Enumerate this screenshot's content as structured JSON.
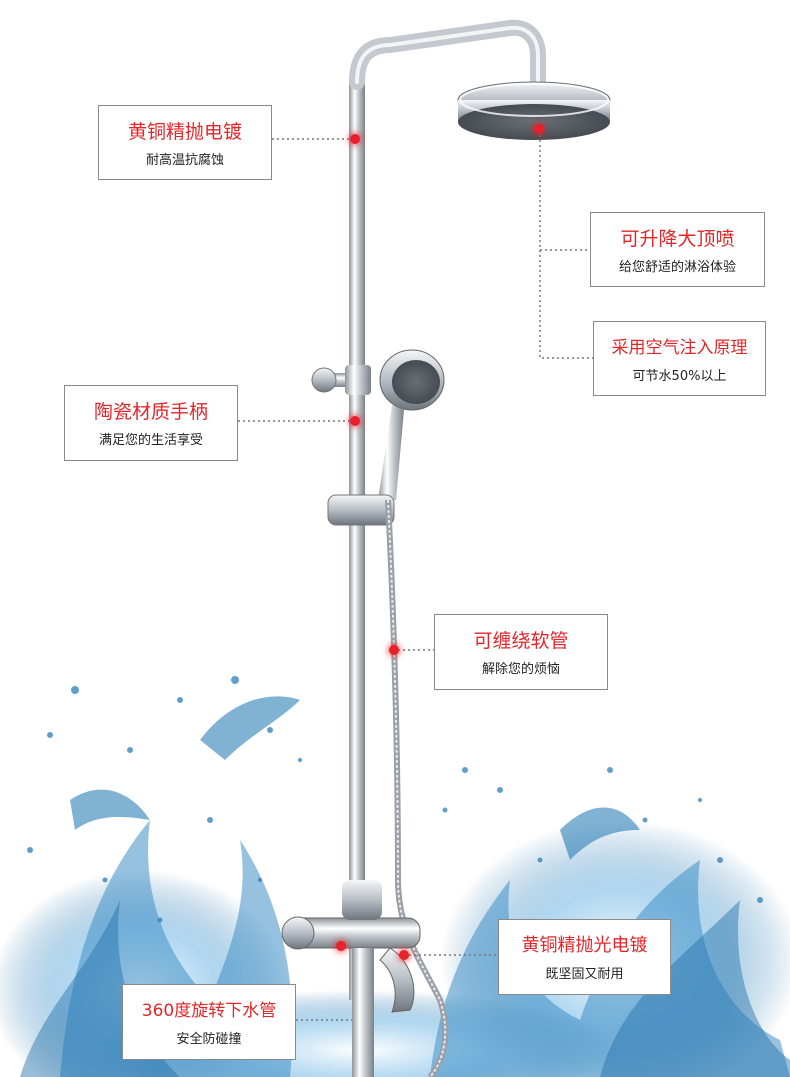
{
  "callouts": [
    {
      "id": "brass-polish",
      "title": "黄铜精抛电镀",
      "subtitle": "耐高温抗腐蚀"
    },
    {
      "id": "top-shower",
      "title": "可升降大顶喷",
      "subtitle": "给您舒适的淋浴体验"
    },
    {
      "id": "air-injection",
      "title": "采用空气注入原理",
      "subtitle": "可节水50%以上"
    },
    {
      "id": "ceramic-handle",
      "title": "陶瓷材质手柄",
      "subtitle": "满足您的生活享受"
    },
    {
      "id": "wrap-hose",
      "title": "可缠绕软管",
      "subtitle": "解除您的烦恼"
    },
    {
      "id": "brass-polish-2",
      "title": "黄铜精抛光电镀",
      "subtitle": "既坚固又耐用"
    },
    {
      "id": "rotating-spout",
      "title": "360度旋转下水管",
      "subtitle": "安全防碰撞"
    }
  ],
  "colors": {
    "accent": "#e3262a",
    "chrome": "#c9ced4",
    "water": "#2c7fb8"
  }
}
